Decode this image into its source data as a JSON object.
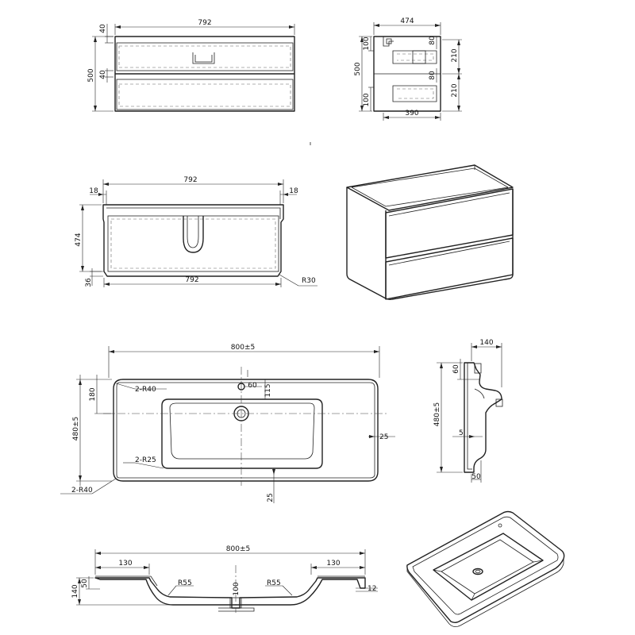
{
  "line_color": "#222222",
  "background": "#ffffff",
  "cabinet_front": {
    "width": "792",
    "height": "500",
    "top_gap": "40",
    "mid_gap": "40"
  },
  "cabinet_side": {
    "depth": "474",
    "height": "500",
    "inner_depth": "390",
    "handle_top_left": "100",
    "handle_bottom_left": "100",
    "drawer_top_right": "80",
    "drawer_bottom_right": "80",
    "drawer_height_top": "210",
    "drawer_height_bottom": "210"
  },
  "cabinet_top": {
    "width_top": "792",
    "width_bottom": "792",
    "left_edge": "18",
    "right_edge": "18",
    "depth": "474",
    "front": "36",
    "radius": "R30"
  },
  "basin_plan": {
    "width": "800±5",
    "depth": "480±5",
    "tap_offset": "180",
    "tap_hole": "60",
    "tap_to_bowl": "115",
    "corner_radius_top": "2-R40",
    "corner_radius_bowl": "2-R25",
    "corner_radius_bottom": "2-R40",
    "side_margin": "25",
    "bottom_margin": "25"
  },
  "basin_side": {
    "top_width": "140",
    "depth": "480±5",
    "rim": "60",
    "wall": "5",
    "base": "50"
  },
  "basin_section": {
    "width": "800±5",
    "left_ledge": "130",
    "right_ledge": "130",
    "left_radius": "R55",
    "right_radius": "R55",
    "drain": "100",
    "height": "140",
    "rim_height": "50",
    "rim_thickness": "12"
  }
}
